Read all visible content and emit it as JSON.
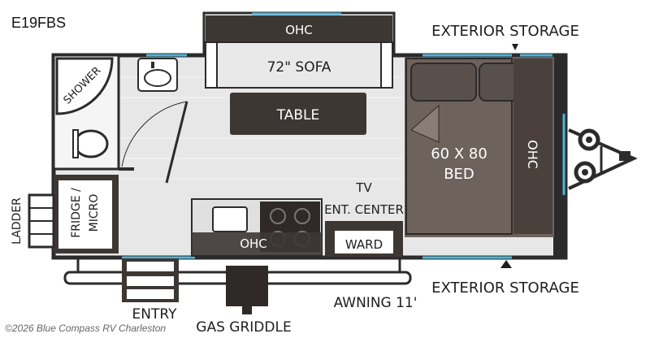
{
  "model": "E19FBS",
  "credit": "©2026 Blue Compass RV Charleston",
  "labels": {
    "ohc_top": "OHC",
    "sofa": "72\" SOFA",
    "table": "TABLE",
    "shower": "SHOWER",
    "fridge": "FRIDGE / MICRO",
    "ladder": "LADDER",
    "tv": "TV",
    "ent_center": "ENT. CENTER",
    "ohc_kitchen": "OHC",
    "ward": "WARD",
    "bed_size": "60 X 80",
    "bed": "BED",
    "ohc_bed": "OHC",
    "ext_storage_top": "EXTERIOR STORAGE",
    "ext_storage_bottom": "EXTERIOR STORAGE",
    "entry": "ENTRY",
    "gas_griddle": "GAS GRIDDLE",
    "awning": "AWNING 11'"
  },
  "colors": {
    "wall": "#2b2b2b",
    "floor": "#e7e7e7",
    "dark_furniture": "#3d3734",
    "bed": "#6e625c",
    "window": "#4fb3d6"
  }
}
